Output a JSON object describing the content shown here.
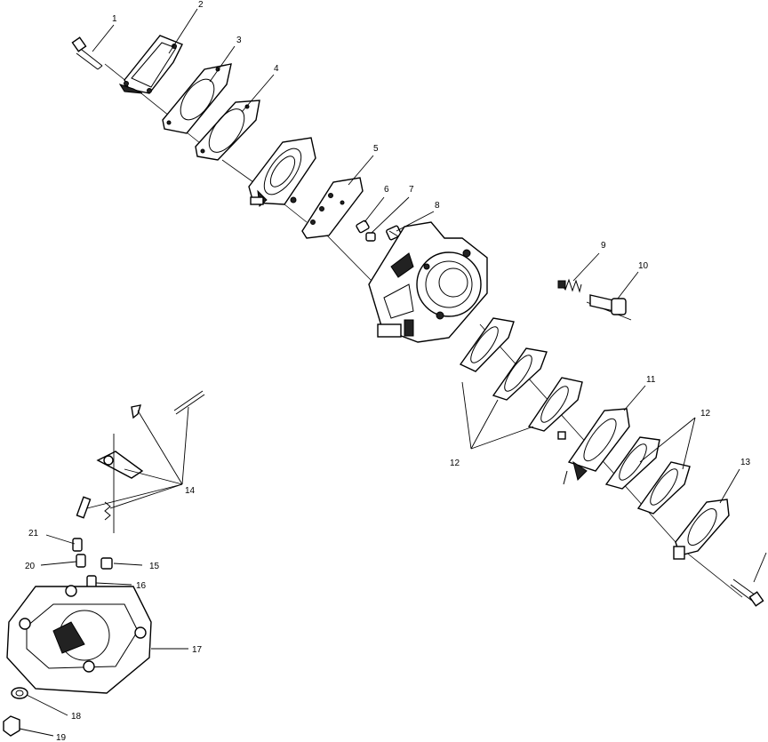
{
  "callouts": {
    "c1a": "1",
    "c2": "2",
    "c3": "3",
    "c4": "4",
    "c5": "5",
    "c6": "6",
    "c7": "7",
    "c8": "8",
    "c9": "9",
    "c10": "10",
    "c11": "11",
    "c12a": "12",
    "c12b": "12",
    "c13": "13",
    "c14": "14",
    "c15": "15",
    "c16": "16",
    "c17": "17",
    "c18": "18",
    "c19": "19",
    "c20": "20",
    "c21": "21"
  }
}
